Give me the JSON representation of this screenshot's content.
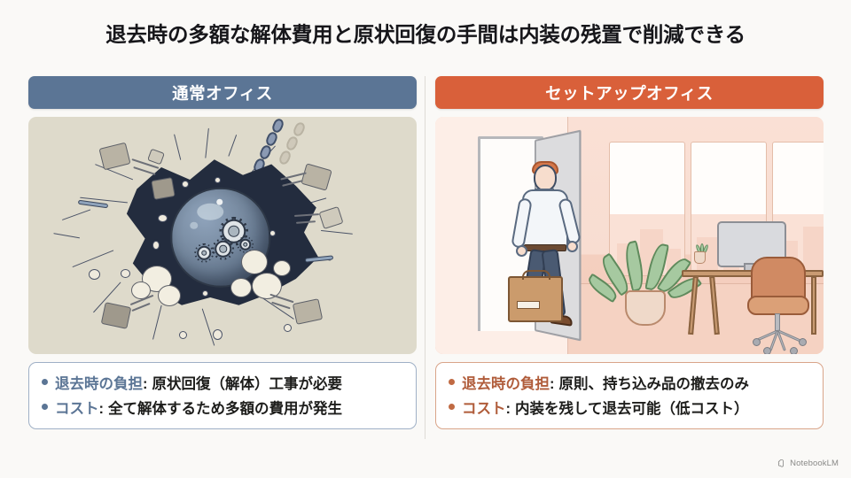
{
  "slide": {
    "title": "退去時の多額な解体費用と原状回復の手間は内装の残置で削減できる",
    "background_color": "#faf9f7"
  },
  "panels": [
    {
      "id": "normal-office",
      "header_label": "通常オフィス",
      "header_color": "#5b7595",
      "accent_color": "#5b7595",
      "illustration": {
        "name": "wrecking-ball-demolition-illustration",
        "alt": "鉄球がコンクリート壁を破壊しているイラスト",
        "background_color": "#dedacb"
      },
      "bullets": [
        {
          "label": "退去時の負担",
          "separator": ":",
          "text": "原状回復（解体）工事が必要"
        },
        {
          "label": "コスト",
          "separator": ":",
          "text": "全て解体するため多額の費用が発生"
        }
      ]
    },
    {
      "id": "setup-office",
      "header_label": "セットアップオフィス",
      "header_color": "#d9603a",
      "accent_color": "#b05c3a",
      "illustration": {
        "name": "person-leaving-furnished-office-illustration",
        "alt": "段ボール箱を持った男性が家具付きオフィスのドアから出ていくイラスト",
        "background_color": "#fbe4da"
      },
      "bullets": [
        {
          "label": "退去時の負担",
          "separator": ":",
          "text": "原則、持ち込み品の撤去のみ"
        },
        {
          "label": "コスト",
          "separator": ":",
          "text": "内装を残して退去可能（低コスト）"
        }
      ]
    }
  ],
  "watermark": {
    "label": "NotebookLM",
    "icon": "notebooklm-spiral-icon"
  }
}
